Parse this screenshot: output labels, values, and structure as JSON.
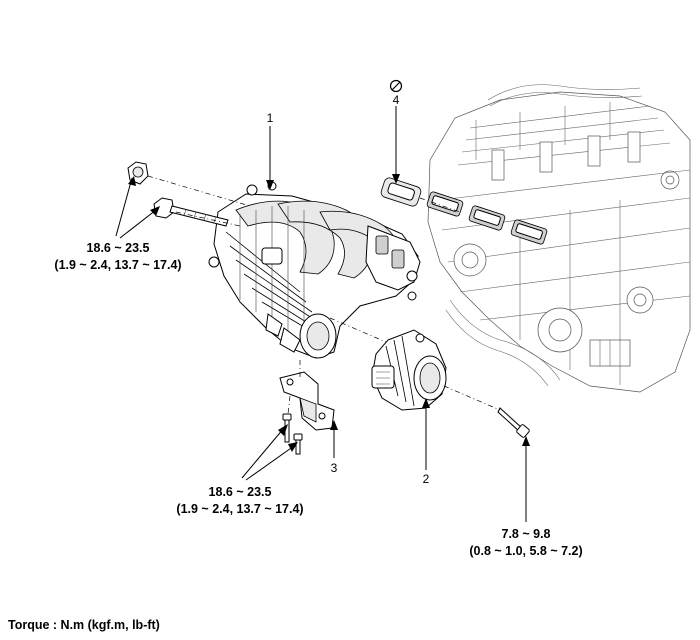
{
  "callouts": {
    "part_1": "1",
    "part_2": "2",
    "part_3": "3",
    "part_4": "4"
  },
  "torque_specs": {
    "manifold_bolts": {
      "value": "18.6 ~ 23.5",
      "alt": "(1.9 ~ 2.4, 13.7 ~ 17.4)"
    },
    "bracket_bolts": {
      "value": "18.6 ~ 23.5",
      "alt": "(1.9 ~ 2.4, 13.7 ~ 17.4)"
    },
    "throttle_body_bolt": {
      "value": "7.8 ~ 9.8",
      "alt": "(0.8 ~ 1.0, 5.8 ~ 7.2)"
    }
  },
  "footer": {
    "torque_units": "Torque : N.m (kgf.m, lb-ft)"
  },
  "icons": {
    "do_not_reuse": "no-reuse-icon"
  }
}
